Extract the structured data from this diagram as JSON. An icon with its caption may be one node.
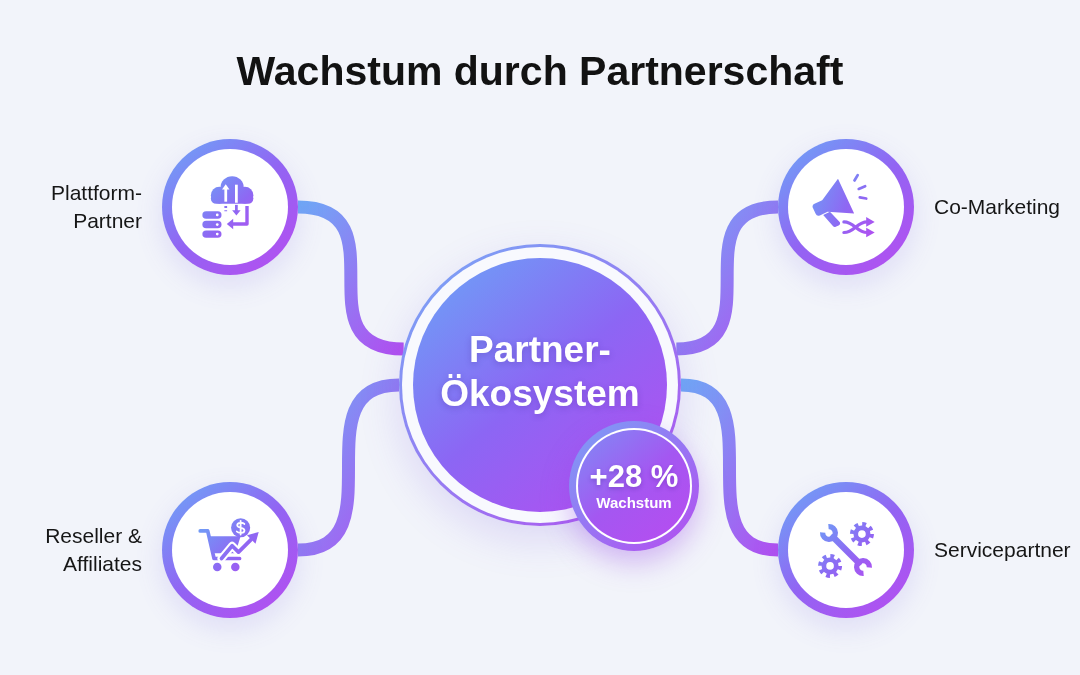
{
  "diagram": {
    "title": "Wachstum durch Partnerschaft",
    "nodes": [
      {
        "text": [
          "Plattform-Partner"
        ]
      },
      {
        "text": [
          "Co-Marketing"
        ]
      },
      {
        "text": [
          "Partner-Ökosystem"
        ]
      },
      {
        "text": [
          "+28 %",
          "Wachstum"
        ]
      },
      {
        "text": [
          "Reseller & Affiliates"
        ]
      },
      {
        "text": [
          "Servicepartner"
        ]
      }
    ],
    "edges": [
      {
        "from": 0,
        "to": 2,
        "arrow": "none"
      },
      {
        "from": 1,
        "to": 2,
        "arrow": "none"
      },
      {
        "from": 4,
        "to": 2,
        "arrow": "none"
      },
      {
        "from": 5,
        "to": 2,
        "arrow": "none"
      }
    ]
  }
}
